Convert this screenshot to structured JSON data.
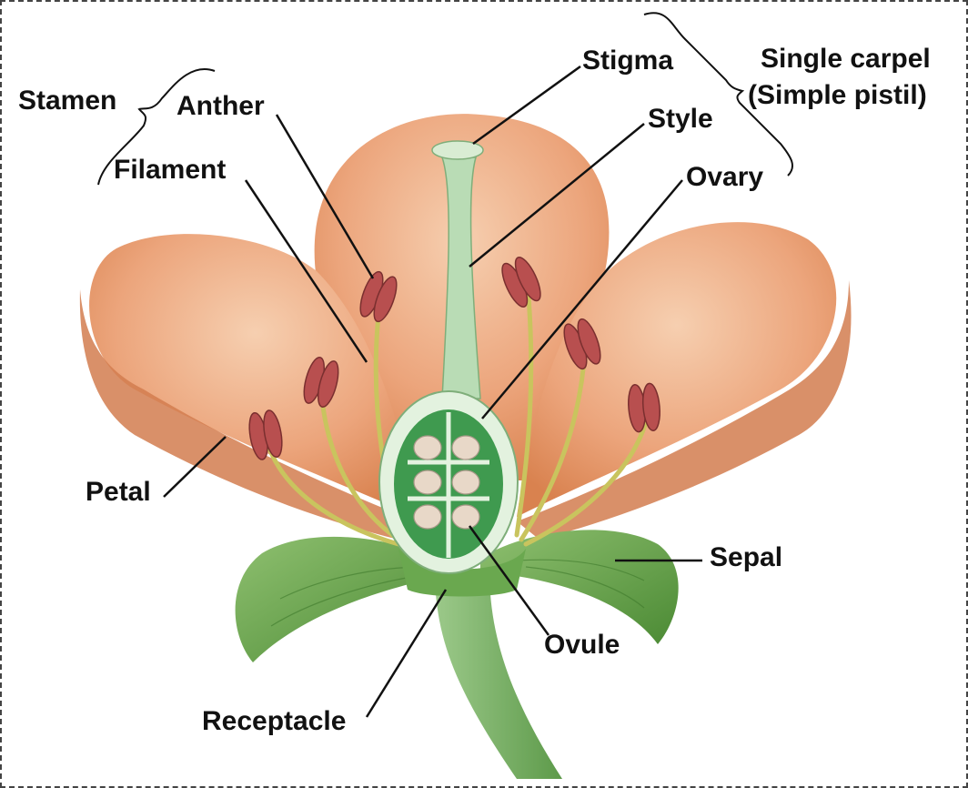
{
  "labels": {
    "stamen": "Stamen",
    "anther": "Anther",
    "filament": "Filament",
    "stigma": "Stigma",
    "style": "Style",
    "ovary": "Ovary",
    "single_carpel_line1": "Single carpel",
    "single_carpel_line2": "(Simple pistil)",
    "petal": "Petal",
    "sepal": "Sepal",
    "ovule": "Ovule",
    "receptacle": "Receptacle"
  },
  "colors": {
    "petal": "#e9a177",
    "petal_dark": "#d27c4f",
    "petal_light": "#f4c4a2",
    "sepal": "#6aa84f",
    "sepal_dark": "#4e8a3a",
    "stem": "#7fb069",
    "style": "#b9dcb5",
    "ovary_wall": "#cfe8cc",
    "ovary_inner": "#3f9a4f",
    "ovule": "#e8d8c8",
    "anther": "#b84f4f",
    "filament": "#d8d27a",
    "line": "#111111"
  }
}
